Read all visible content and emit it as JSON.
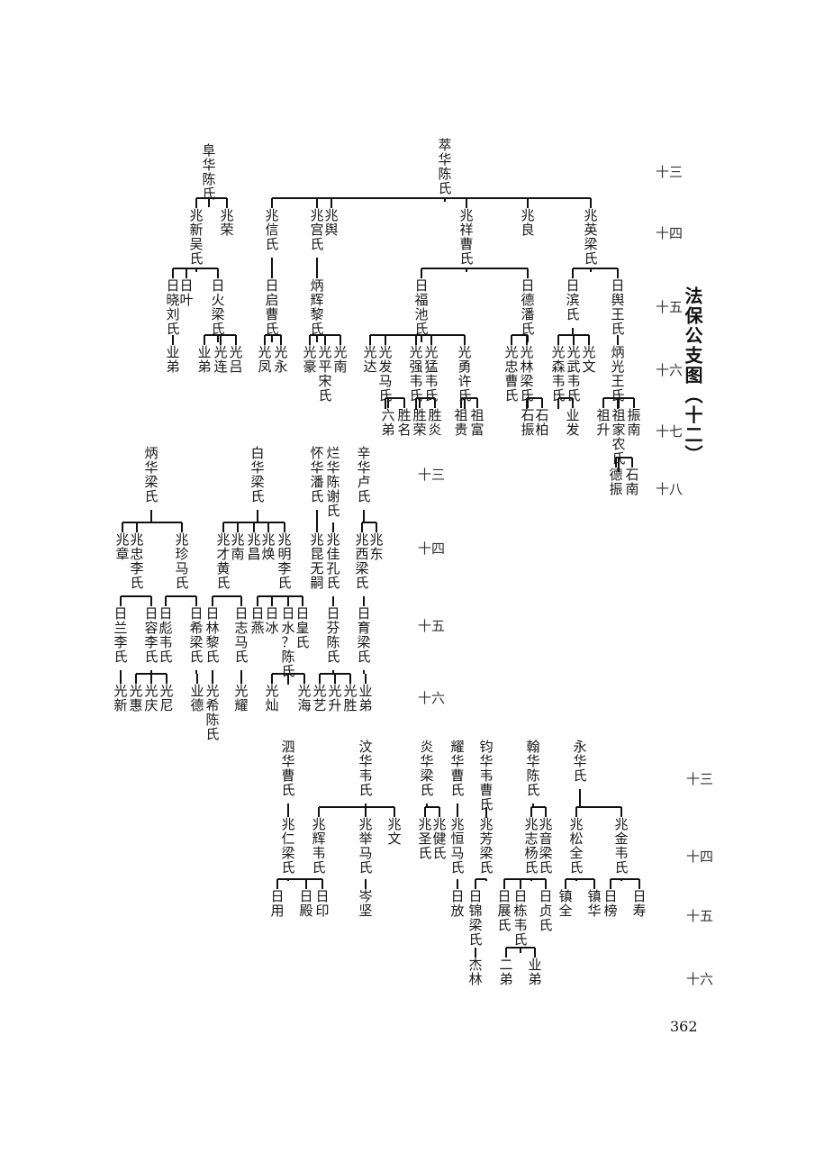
{
  "title": "法保公支图（十二）",
  "page_number": "362",
  "generation_markers": [
    "十三",
    "十四",
    "十五",
    "十六",
    "十七",
    "十八"
  ],
  "chart_data": [
    {
      "type": "tree",
      "root_generation": "十三",
      "nodes": {
        "a1": "阜华陈氏",
        "a2": "兆新吴氏",
        "a3": "兆荣",
        "a4": "日晓刘氏",
        "a5": "日叶",
        "a6": "日火梁氏",
        "a7": "业弟",
        "a8": "业弟",
        "a9": "光连",
        "a10": "光吕",
        "b1": "萃华陈氏",
        "b2": "兆信氏",
        "b3": "兆宫氏",
        "b4": "兆舆",
        "b5": "兆祥曹氏",
        "b6": "兆良",
        "b7": "兆英梁氏",
        "b8": "日启曹氏",
        "b9": "炳辉黎氏",
        "b10": "日福池氏",
        "b11": "日德潘氏",
        "b12": "日滨氏",
        "b13": "日舆王氏",
        "b14": "光凤",
        "b15": "光永",
        "b16": "光豪",
        "b17": "光平宋氏",
        "b18": "光南",
        "b19": "光达",
        "b20": "光发马氏",
        "b21": "光强韦氏",
        "b22": "光猛韦氏",
        "b23": "光勇许氏",
        "b24": "光忠曹氏",
        "b25": "光林梁氏",
        "b26": "光森韦氏",
        "b27": "光武韦氏",
        "b28": "光文",
        "b29": "炳光王氏",
        "b30": "六弟",
        "b31": "胜名",
        "b32": "胜荣",
        "b33": "胜炎",
        "b34": "祖贵",
        "b35": "祖富",
        "b36": "石振",
        "b37": "石柏",
        "b38": "业发",
        "b39": "祖升",
        "b40": "祖家农氏",
        "b41": "振南",
        "b42": "德振",
        "b43": "石南"
      },
      "edges": [
        [
          "a1",
          "a2"
        ],
        [
          "a1",
          "a3"
        ],
        [
          "a2",
          "a4"
        ],
        [
          "a2",
          "a5"
        ],
        [
          "a2",
          "a6"
        ],
        [
          "a4",
          "a7"
        ],
        [
          "a6",
          "a8"
        ],
        [
          "a6",
          "a9"
        ],
        [
          "a6",
          "a10"
        ],
        [
          "b1",
          "b2"
        ],
        [
          "b1",
          "b3"
        ],
        [
          "b1",
          "b4"
        ],
        [
          "b1",
          "b5"
        ],
        [
          "b1",
          "b6"
        ],
        [
          "b1",
          "b7"
        ],
        [
          "b2",
          "b8"
        ],
        [
          "b3",
          "b9"
        ],
        [
          "b5",
          "b10"
        ],
        [
          "b5",
          "b11"
        ],
        [
          "b7",
          "b12"
        ],
        [
          "b7",
          "b13"
        ],
        [
          "b8",
          "b14"
        ],
        [
          "b8",
          "b15"
        ],
        [
          "b9",
          "b16"
        ],
        [
          "b9",
          "b17"
        ],
        [
          "b9",
          "b18"
        ],
        [
          "b10",
          "b19"
        ],
        [
          "b10",
          "b20"
        ],
        [
          "b10",
          "b21"
        ],
        [
          "b10",
          "b22"
        ],
        [
          "b10",
          "b23"
        ],
        [
          "b11",
          "b24"
        ],
        [
          "b11",
          "b25"
        ],
        [
          "b12",
          "b26"
        ],
        [
          "b12",
          "b27"
        ],
        [
          "b12",
          "b28"
        ],
        [
          "b13",
          "b29"
        ],
        [
          "b20",
          "b30"
        ],
        [
          "b20",
          "b31"
        ],
        [
          "b21",
          "b32"
        ],
        [
          "b21",
          "b33"
        ],
        [
          "b23",
          "b34"
        ],
        [
          "b23",
          "b35"
        ],
        [
          "b25",
          "b36"
        ],
        [
          "b25",
          "b37"
        ],
        [
          "b26",
          "b38"
        ],
        [
          "b29",
          "b39"
        ],
        [
          "b29",
          "b40"
        ],
        [
          "b29",
          "b41"
        ],
        [
          "b40",
          "b42"
        ],
        [
          "b40",
          "b43"
        ]
      ]
    },
    {
      "type": "tree",
      "root_generation": "十三",
      "nodes": {
        "c1": "炳华梁氏",
        "c2": "兆章",
        "c3": "兆忠李氏",
        "c4": "兆珍马氏",
        "c5": "日兰李氏",
        "c6": "日容李氏",
        "c7": "日彪韦氏",
        "c8": "日希梁氏",
        "c9": "光新",
        "c10": "光惠",
        "c11": "光庆",
        "c12": "光尼",
        "c13": "业德",
        "d1": "白华梁氏",
        "d2": "兆才黄氏",
        "d3": "兆南",
        "d4": "兆昌",
        "d5": "兆焕",
        "d6": "兆明李氏",
        "d7": "日林黎氏",
        "d8": "日志马氏",
        "d9": "日燕",
        "d10": "日冰",
        "d11": "日水？陈氏",
        "d12": "日皇氏",
        "d13": "光希陈氏",
        "d14": "光耀",
        "d15": "光灿",
        "d16": "光海",
        "e1": "怀华潘氏",
        "e2": "兆昆无嗣",
        "e3": "烂华陈谢氏",
        "e4": "兆佳孔氏",
        "e5": "日芬陈氏",
        "e6": "光艺",
        "e7": "光升",
        "e8": "光胜",
        "f1": "辛华卢氏",
        "f2": "兆西梁氏",
        "f3": "兆东",
        "f4": "日育梁氏",
        "f5": "业弟"
      },
      "edges": [
        [
          "c1",
          "c2"
        ],
        [
          "c1",
          "c3"
        ],
        [
          "c1",
          "c4"
        ],
        [
          "c3",
          "c5"
        ],
        [
          "c3",
          "c6"
        ],
        [
          "c4",
          "c7"
        ],
        [
          "c4",
          "c8"
        ],
        [
          "c5",
          "c9"
        ],
        [
          "c6",
          "c10"
        ],
        [
          "c6",
          "c11"
        ],
        [
          "c6",
          "c12"
        ],
        [
          "c8",
          "c13"
        ],
        [
          "d1",
          "d2"
        ],
        [
          "d1",
          "d3"
        ],
        [
          "d1",
          "d4"
        ],
        [
          "d1",
          "d5"
        ],
        [
          "d1",
          "d6"
        ],
        [
          "d2",
          "d7"
        ],
        [
          "d2",
          "d8"
        ],
        [
          "d6",
          "d9"
        ],
        [
          "d6",
          "d10"
        ],
        [
          "d6",
          "d11"
        ],
        [
          "d6",
          "d12"
        ],
        [
          "d7",
          "d13"
        ],
        [
          "d8",
          "d14"
        ],
        [
          "d11",
          "d15"
        ],
        [
          "d11",
          "d16"
        ],
        [
          "e1",
          "e2"
        ],
        [
          "e3",
          "e4"
        ],
        [
          "e4",
          "e5"
        ],
        [
          "e5",
          "e6"
        ],
        [
          "e5",
          "e7"
        ],
        [
          "e5",
          "e8"
        ],
        [
          "f1",
          "f2"
        ],
        [
          "f1",
          "f3"
        ],
        [
          "f2",
          "f4"
        ],
        [
          "f4",
          "f5"
        ]
      ]
    },
    {
      "type": "tree",
      "root_generation": "十三",
      "nodes": {
        "g1": "泗华曹氏",
        "g2": "兆仁梁氏",
        "g3": "日用",
        "g4": "日殿",
        "g5": "日印",
        "h1": "汶华韦氏",
        "h2": "兆辉韦氏",
        "h3": "兆举马氏",
        "h4": "兆文",
        "h5": "岑坚",
        "i1": "炎华梁氏",
        "i2": "兆圣氏",
        "i3": "兆健氏",
        "j1": "耀华曹氏",
        "j2": "兆恒马氏",
        "j3": "日放",
        "k1": "钧华韦曹氏",
        "k2": "兆芳梁氏",
        "k3": "日锦梁氏",
        "k4": "杰林",
        "l1": "翰华陈氏",
        "l2": "兆音梁氏",
        "l3": "兆志杨氏",
        "l4": "日展氏",
        "l5": "日栋韦氏",
        "l6": "日贞氏",
        "l7": "二弟",
        "l8": "业弟",
        "m1": "永华氏",
        "m2": "兆松全氏",
        "m3": "兆金韦氏",
        "m4": "镇全",
        "m5": "镇华",
        "m6": "日榜",
        "m7": "日寿"
      },
      "edges": [
        [
          "g1",
          "g2"
        ],
        [
          "g2",
          "g3"
        ],
        [
          "g2",
          "g4"
        ],
        [
          "g2",
          "g5"
        ],
        [
          "h1",
          "h2"
        ],
        [
          "h1",
          "h3"
        ],
        [
          "h1",
          "h4"
        ],
        [
          "h3",
          "h5"
        ],
        [
          "i1",
          "i2"
        ],
        [
          "i1",
          "i3"
        ],
        [
          "j1",
          "j2"
        ],
        [
          "j2",
          "j3"
        ],
        [
          "k1",
          "k2"
        ],
        [
          "k2",
          "k3"
        ],
        [
          "k3",
          "k4"
        ],
        [
          "l1",
          "l2"
        ],
        [
          "l1",
          "l3"
        ],
        [
          "l3",
          "l4"
        ],
        [
          "l3",
          "l5"
        ],
        [
          "l3",
          "l6"
        ],
        [
          "l5",
          "l7"
        ],
        [
          "l5",
          "l8"
        ],
        [
          "m1",
          "m2"
        ],
        [
          "m1",
          "m3"
        ],
        [
          "m2",
          "m4"
        ],
        [
          "m2",
          "m5"
        ],
        [
          "m3",
          "m6"
        ],
        [
          "m3",
          "m7"
        ]
      ]
    }
  ]
}
